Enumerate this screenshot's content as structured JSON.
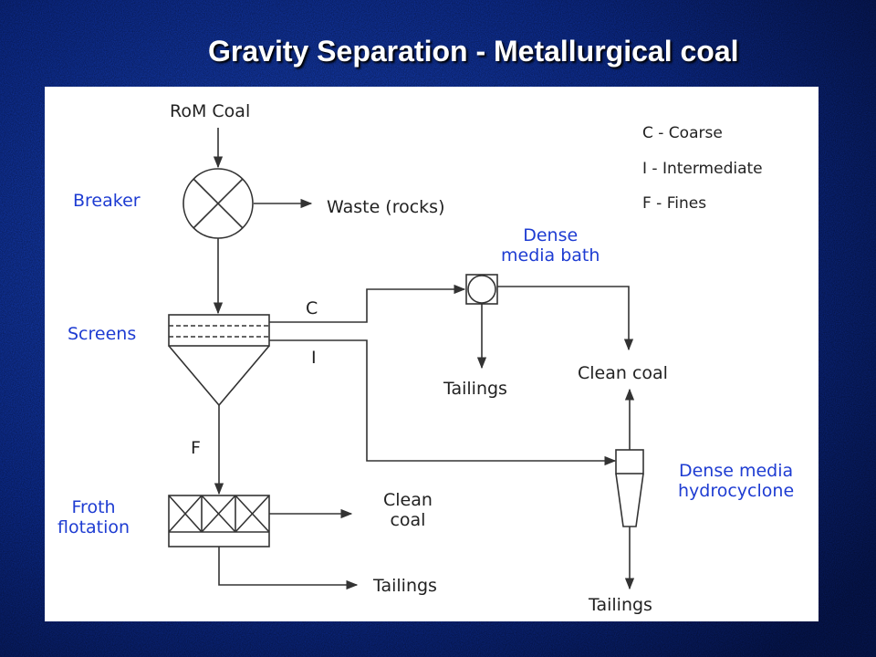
{
  "slide": {
    "title": "Gravity Separation - Metallurgical coal"
  },
  "diagram": {
    "feed": "RoM Coal",
    "breaker": "Breaker",
    "waste": "Waste (rocks)",
    "screens": "Screens",
    "coarse_tag": "C",
    "intermediate_tag": "I",
    "fines_tag": "F",
    "dense_media_bath": {
      "line1": "Dense",
      "line2": "media bath"
    },
    "bath_tailings": "Tailings",
    "clean_coal_main": "Clean coal",
    "froth_flotation": {
      "line1": "Froth",
      "line2": "flotation"
    },
    "froth_clean_coal": {
      "line1": "Clean",
      "line2": "coal"
    },
    "froth_tailings": "Tailings",
    "hydrocyclone": {
      "line1": "Dense media",
      "line2": "hydrocyclone"
    },
    "cyclone_tailings": "Tailings",
    "legend": [
      "C - Coarse",
      "I - Intermediate",
      "F - Fines"
    ]
  },
  "colors": {
    "background": "#0a2a8a",
    "label_blue": "#1e3cd2",
    "line": "#333333"
  }
}
